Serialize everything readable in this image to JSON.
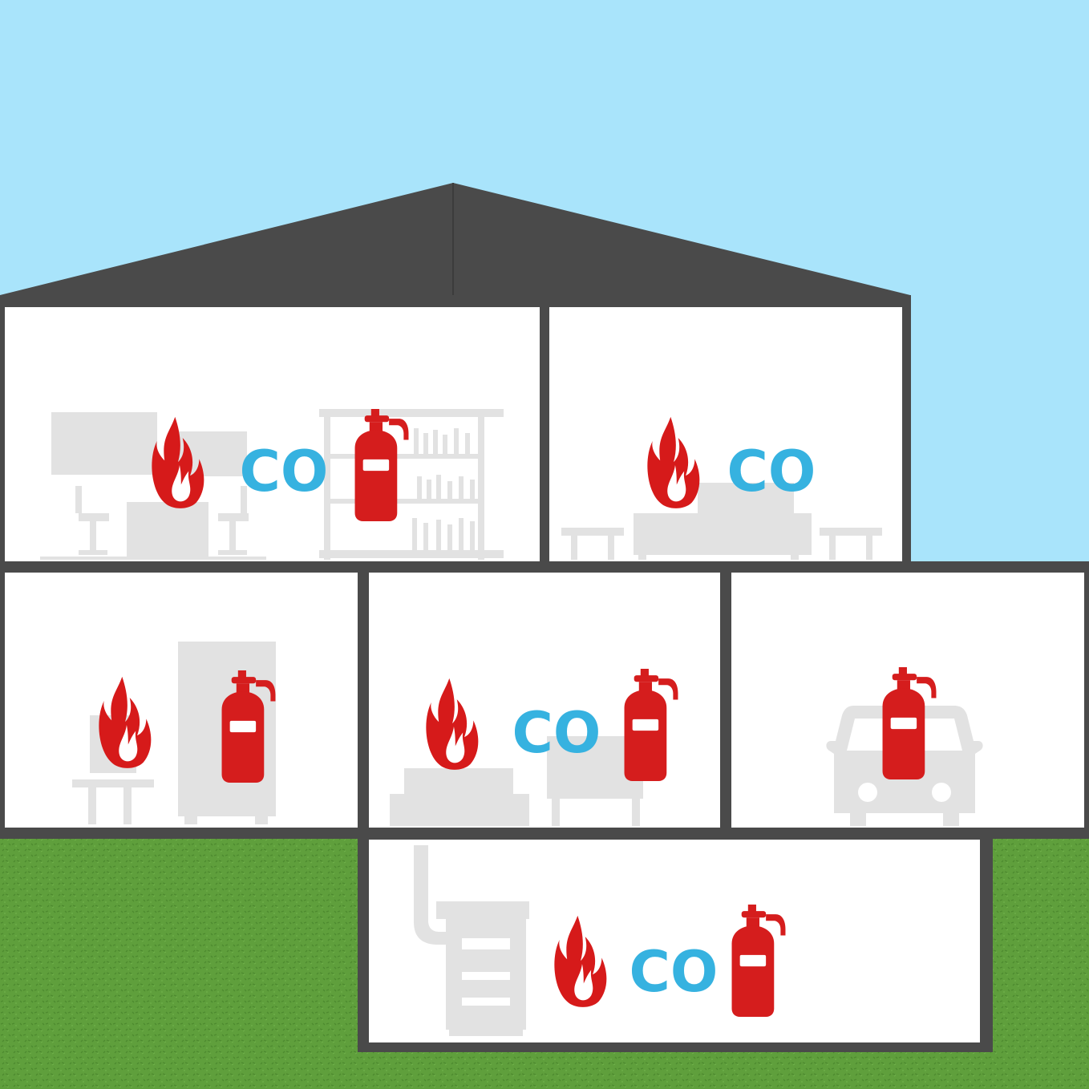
{
  "colors": {
    "sky": "#a9e4fb",
    "grass": "#5f9f3c",
    "grass_dark": "#4d8a2f",
    "walls": "#4a4a4a",
    "room": "#ffffff",
    "furniture": "#e2e2e2",
    "flame": "#d61a1a",
    "extinguisher": "#d51d1d",
    "co_text": "#36b2e0"
  },
  "labels": {
    "co": "CO"
  },
  "icons": {
    "flame": "flame-icon",
    "extinguisher": "fire-extinguisher-icon",
    "car": "car-icon"
  },
  "rooms": [
    {
      "id": "attic-left",
      "markers": [
        "flame",
        "co",
        "extinguisher"
      ],
      "furniture": "office-desk-and-bookshelf"
    },
    {
      "id": "attic-right",
      "markers": [
        "flame",
        "co"
      ],
      "furniture": "sofa-and-side-tables"
    },
    {
      "id": "ground-left",
      "markers": [
        "flame",
        "extinguisher"
      ],
      "furniture": "kitchen-table-and-fridge"
    },
    {
      "id": "ground-middle",
      "markers": [
        "flame",
        "co",
        "extinguisher"
      ],
      "furniture": "living-room-sofa-and-tv"
    },
    {
      "id": "garage",
      "markers": [
        "extinguisher"
      ],
      "furniture": "car"
    },
    {
      "id": "basement",
      "markers": [
        "flame",
        "co",
        "extinguisher"
      ],
      "furniture": "boiler"
    }
  ]
}
